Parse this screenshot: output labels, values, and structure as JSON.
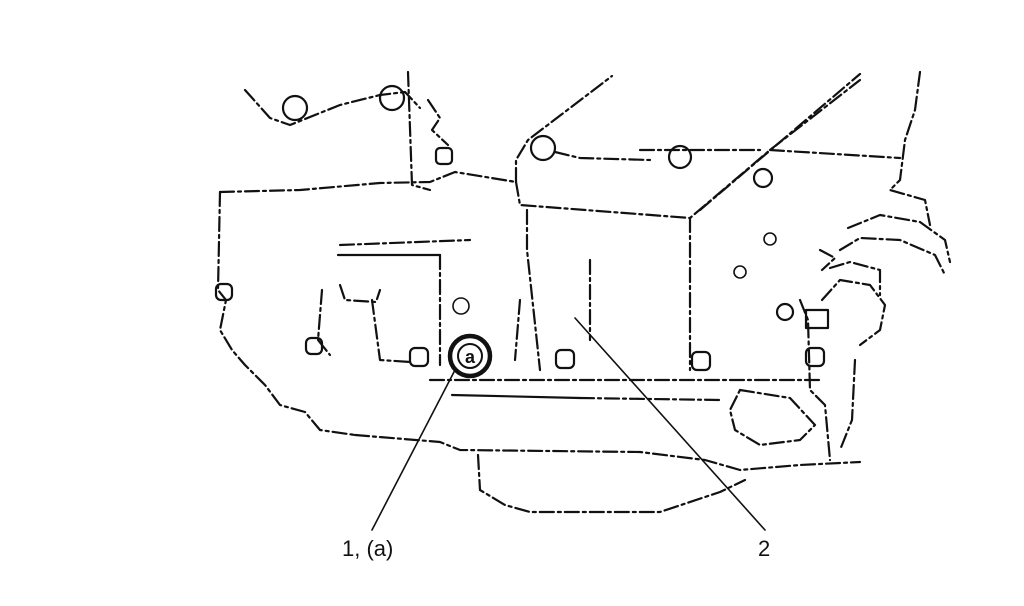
{
  "diagram": {
    "callouts": [
      {
        "id": "callout-1",
        "label": "1, (a)"
      },
      {
        "id": "callout-2",
        "label": "2"
      }
    ],
    "plug_marking": "a"
  }
}
